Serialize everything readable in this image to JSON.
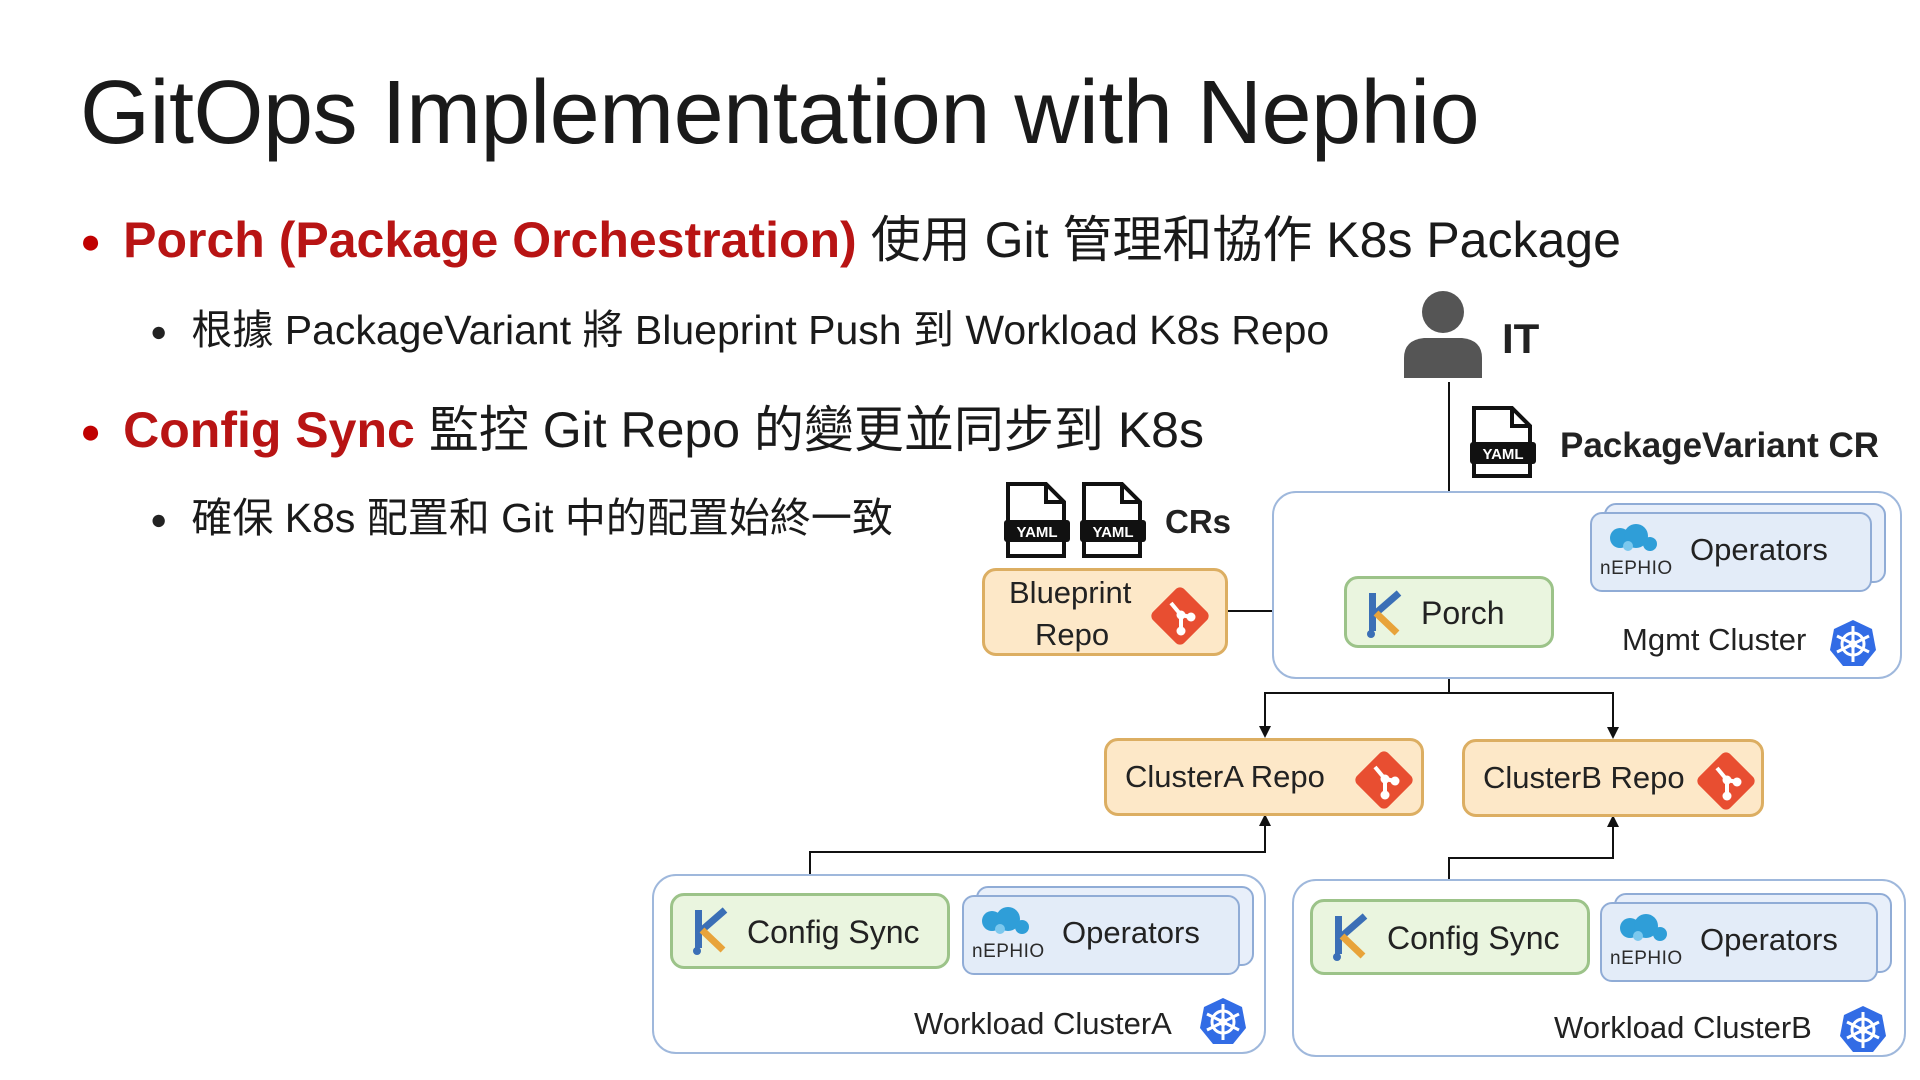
{
  "slide": {
    "title": "GitOps Implementation with Nephio",
    "bullets": [
      {
        "highlight": "Porch (Package Orchestration)",
        "text": "使用 Git 管理和協作 K8s Package"
      },
      {
        "sub": "根據 PackageVariant 將 Blueprint Push 到 Workload K8s Repo"
      },
      {
        "highlight": "Config Sync",
        "text": "監控 Git Repo 的變更並同步到 K8s"
      },
      {
        "sub": "確保 K8s 配置和 Git 中的配置始終一致"
      }
    ]
  },
  "diagram": {
    "it_label": "IT",
    "packagevariant_label": "PackageVariant CR",
    "crs_label": "CRs",
    "yaml_text": "YAML",
    "blueprint_line1": "Blueprint",
    "blueprint_line2": "Repo",
    "porch_label": "Porch",
    "mgmt_operators_label": "Operators",
    "nephio_text": "nEPHIO",
    "mgmt_cluster_label": "Mgmt Cluster",
    "clusterA_repo_label": "ClusterA Repo",
    "clusterB_repo_label": "ClusterB Repo",
    "workloadA_configsync_label": "Config Sync",
    "workloadA_operators_label": "Operators",
    "workloadA_cluster_label": "Workload ClusterA",
    "workloadB_configsync_label": "Config Sync",
    "workloadB_operators_label": "Operators",
    "workloadB_cluster_label": "Workload ClusterB"
  },
  "icons": {
    "person": "person-icon",
    "yaml": "yaml-file-icon",
    "git": "git-icon",
    "kpt": "kpt-icon",
    "nephio": "nephio-logo-icon",
    "kubernetes": "kubernetes-icon"
  },
  "colors": {
    "highlight_red": "#b81414",
    "green_fill": "#eaf5df",
    "green_border": "#9cc389",
    "orange_fill": "#fde8c8",
    "orange_border": "#dcae62",
    "cluster_border": "#9fb8dc",
    "git_red": "#e84e31",
    "k8s_blue": "#326ce5"
  }
}
